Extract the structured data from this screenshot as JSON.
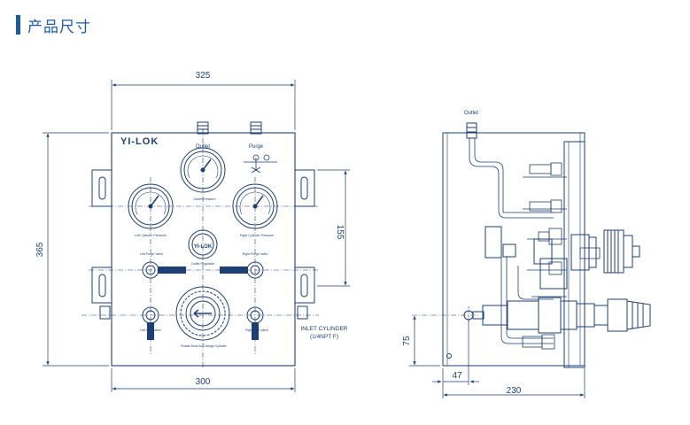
{
  "header": {
    "title": "产品尺寸"
  },
  "front_view": {
    "brand": "YI-LOK",
    "gauge_brand": "YI-LOK",
    "labels": {
      "outlet": "Outlet",
      "purge": "Purge",
      "outlet_pressure": "Outlet Pressure",
      "left_cylinder_pressure": "Left Cylinder Pressure",
      "right_cylinder_pressure": "Right Cylinder Pressure",
      "outlet_regulator": "Outlet Regulator",
      "left_purge_valve": "Left Purge Valve",
      "right_purge_valve": "Right Purge Valve",
      "left_inlet_valve": "Left Inlet Valve",
      "right_inlet_valve": "Right Inlet Valve",
      "rotate_knob": "Rotate Knob to Change Cylinder",
      "inlet_cylinder": "INLET CYLINDER",
      "inlet_thread": "(1/4NPT F)"
    },
    "dimensions": {
      "top": "325",
      "bottom": "300",
      "left": "365",
      "right": "155"
    }
  },
  "side_view": {
    "labels": {
      "outlet": "Outlet"
    },
    "dimensions": {
      "offset": "47",
      "height": "75",
      "width": "230"
    }
  }
}
